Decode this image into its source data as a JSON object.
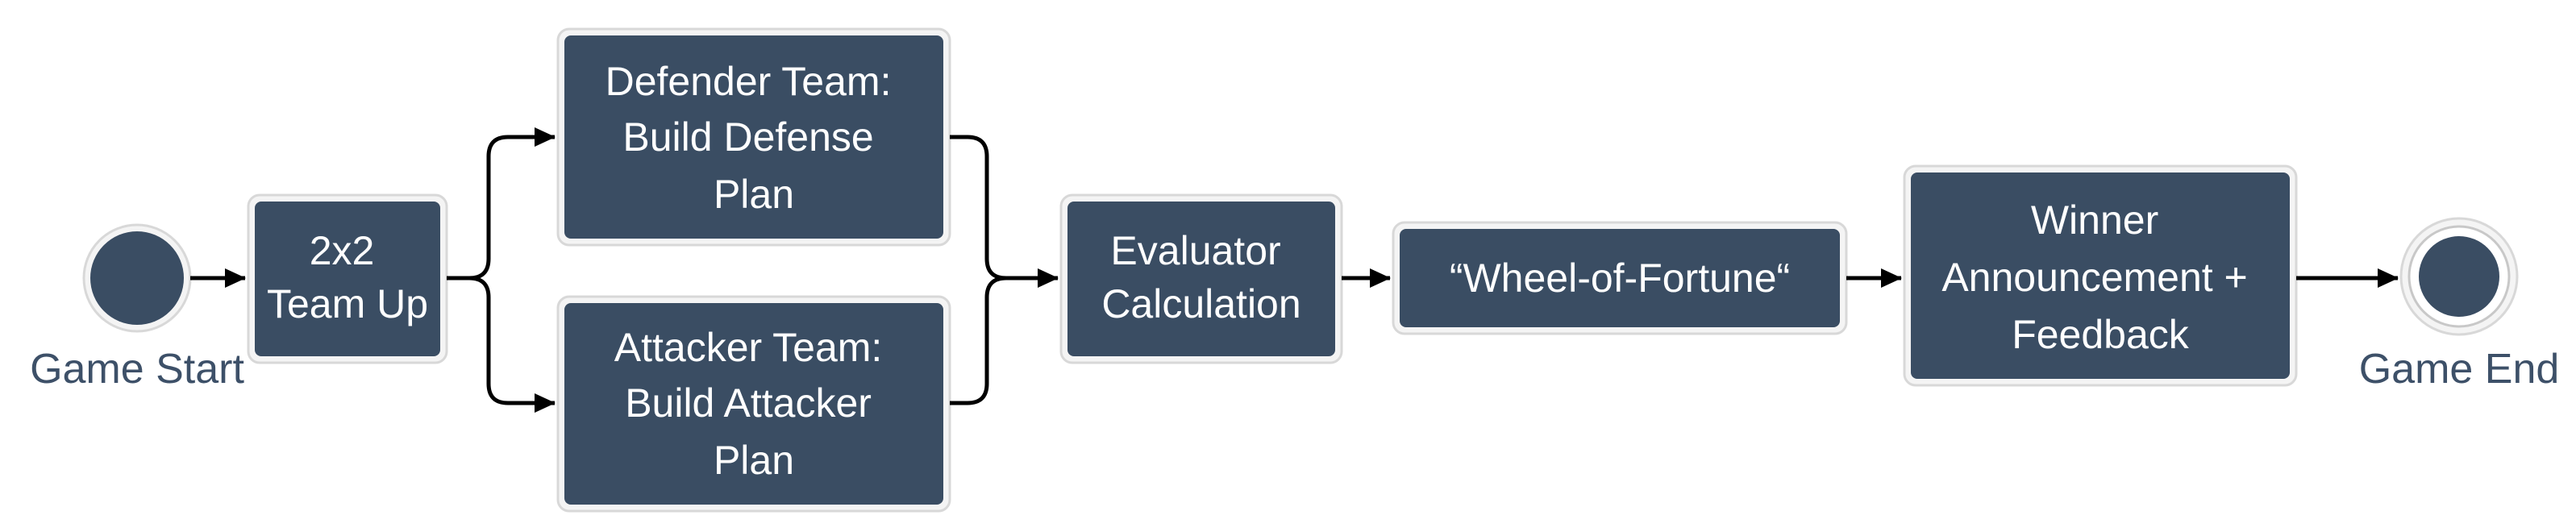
{
  "colors": {
    "node_fill": "#3a4d63",
    "node_text": "#ffffff",
    "label_text": "#3d5068",
    "connector": "#000000"
  },
  "events": {
    "start": {
      "label": "Game Start"
    },
    "end": {
      "label": "Game End"
    }
  },
  "tasks": {
    "team_up": {
      "lines": [
        "2x2",
        "Team Up"
      ]
    },
    "defender": {
      "lines": [
        "Defender Team:",
        "Build Defense",
        "Plan"
      ]
    },
    "attacker": {
      "lines": [
        "Attacker Team:",
        "Build Attacker",
        "Plan"
      ]
    },
    "evaluator": {
      "lines": [
        "Evaluator",
        "Calculation"
      ]
    },
    "wheel": {
      "lines": [
        "“Wheel-of-Fortune“"
      ]
    },
    "winner": {
      "lines": [
        "Winner",
        "Announcement +",
        "Feedback"
      ]
    }
  }
}
